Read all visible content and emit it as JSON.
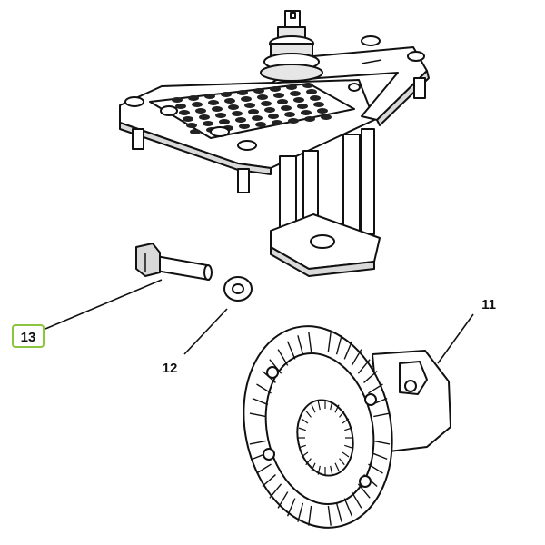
{
  "diagram": {
    "callouts": [
      {
        "id": "13",
        "label": "13",
        "highlighted": true
      },
      {
        "id": "12",
        "label": "12",
        "highlighted": false
      },
      {
        "id": "11",
        "label": "11",
        "highlighted": false
      }
    ],
    "colors": {
      "highlight": "#8cc63f",
      "ink": "#111111",
      "paper": "#ffffff",
      "shade": "#cfcfcf"
    }
  }
}
